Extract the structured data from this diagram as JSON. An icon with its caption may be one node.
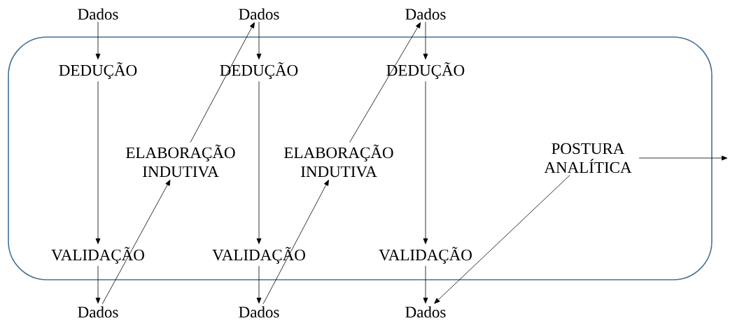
{
  "diagram": {
    "nodes": [
      {
        "text": [],
        "shape": "box"
      },
      {
        "text": [
          "Dados"
        ]
      },
      {
        "text": [
          "Dados"
        ]
      },
      {
        "text": [
          "Dados"
        ]
      },
      {
        "text": [
          "DEDUÇÃO"
        ],
        "in": 0
      },
      {
        "text": [
          "DEDUÇÃO"
        ],
        "in": 0
      },
      {
        "text": [
          "DEDUÇÃO"
        ],
        "in": 0
      },
      {
        "text": [
          "ELABORAÇÃO INDUTIVA"
        ],
        "in": 0
      },
      {
        "text": [
          "ELABORAÇÃO INDUTIVA"
        ],
        "in": 0
      },
      {
        "text": [
          "POSTURA ANALÍTICA"
        ],
        "in": 0
      },
      {
        "text": [
          "VALIDAÇÃO"
        ],
        "in": 0
      },
      {
        "text": [
          "VALIDAÇÃO"
        ],
        "in": 0
      },
      {
        "text": [
          "VALIDAÇÃO"
        ],
        "in": 0
      },
      {
        "text": [
          "Dados"
        ]
      },
      {
        "text": [
          "Dados"
        ]
      },
      {
        "text": [
          "Dados"
        ]
      }
    ],
    "edges": [
      {
        "from": 1,
        "to": 4,
        "arrow": "to"
      },
      {
        "from": 2,
        "to": 5,
        "arrow": "to"
      },
      {
        "from": 3,
        "to": 6,
        "arrow": "to"
      },
      {
        "from": 4,
        "to": 10,
        "arrow": "to"
      },
      {
        "from": 5,
        "to": 11,
        "arrow": "to"
      },
      {
        "from": 6,
        "to": 12,
        "arrow": "to"
      },
      {
        "from": 10,
        "to": 13,
        "arrow": "to"
      },
      {
        "from": 11,
        "to": 14,
        "arrow": "to"
      },
      {
        "from": 12,
        "to": 15,
        "arrow": "to"
      },
      {
        "from": 7,
        "to": 2,
        "arrow": "to"
      },
      {
        "from": 13,
        "to": 7,
        "arrow": "to"
      },
      {
        "from": 8,
        "to": 3,
        "arrow": "to"
      },
      {
        "from": 14,
        "to": 8,
        "arrow": "to"
      },
      {
        "from": 9,
        "to": 15,
        "arrow": "to"
      },
      {
        "from": 9,
        "to": null,
        "arrow": "to"
      }
    ]
  }
}
